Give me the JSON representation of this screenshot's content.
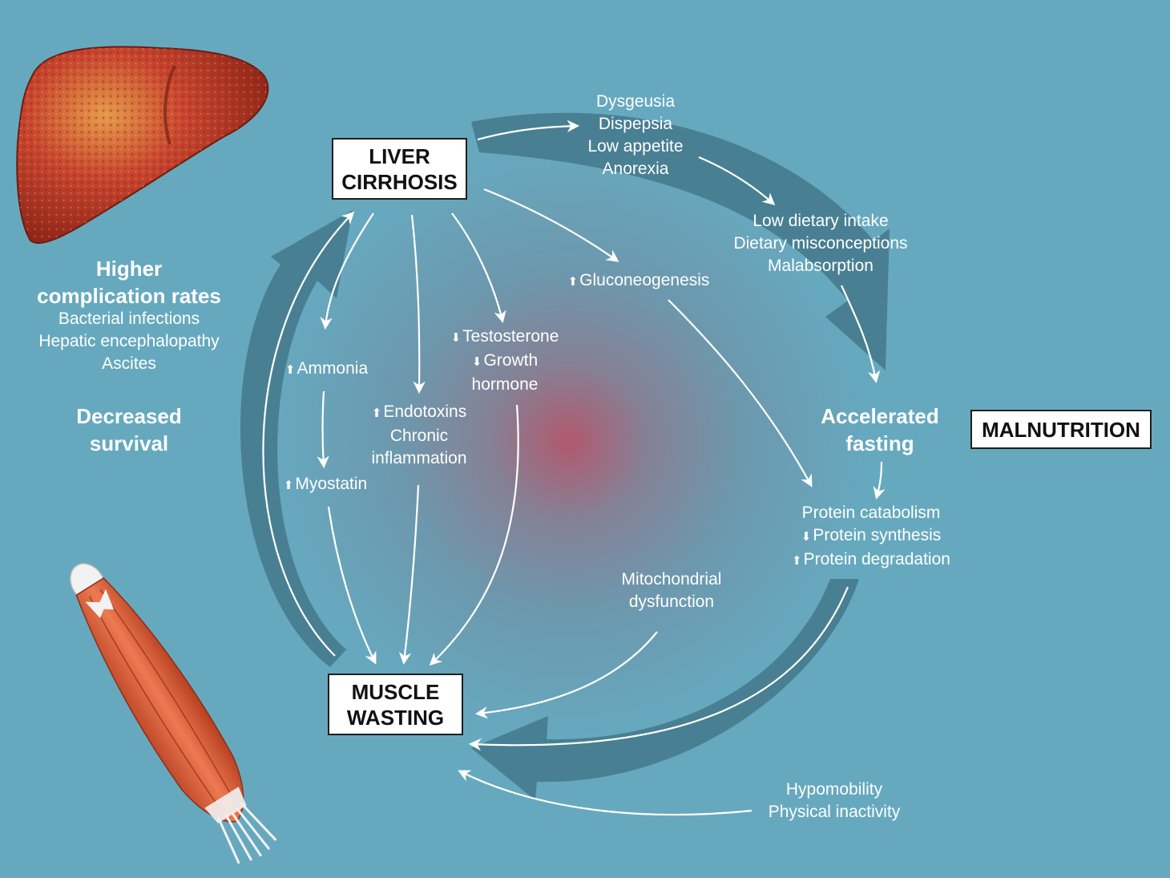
{
  "boxes": {
    "liver": [
      "LIVER",
      "CIRRHOSIS"
    ],
    "muscle": [
      "MUSCLE",
      "WASTING"
    ],
    "malnutrition": "MALNUTRITION"
  },
  "left": {
    "complications_title": [
      "Higher",
      "complication rates"
    ],
    "complications_list": [
      "Bacterial infections",
      "Hepatic encephalopathy",
      "Ascites"
    ],
    "survival": [
      "Decreased",
      "survival"
    ]
  },
  "labels": {
    "symptoms": [
      "Dysgeusia",
      "Dispepsia",
      "Low appetite",
      "Anorexia"
    ],
    "intake": [
      "Low dietary intake",
      "Dietary misconceptions",
      "Malabsorption"
    ],
    "gluconeogenesis": "Gluconeogenesis",
    "testosterone": "Testosterone",
    "growth_hormone": [
      "Growth",
      "hormone"
    ],
    "ammonia": "Ammonia",
    "myostatin": "Myostatin",
    "endotoxins": "Endotoxins",
    "inflammation": [
      "Chronic",
      "inflammation"
    ],
    "fasting": [
      "Accelerated",
      "fasting"
    ],
    "protein_catabolism": "Protein catabolism",
    "protein_synthesis": "Protein synthesis",
    "protein_degradation": "Protein degradation",
    "mitochondrial": [
      "Mitochondrial",
      "dysfunction"
    ],
    "hypomobility": [
      "Hypomobility",
      "Physical inactivity"
    ]
  },
  "icons": {
    "liver": "liver-illustration",
    "muscle": "muscle-illustration",
    "increase": "up-arrow-icon",
    "decrease": "down-arrow-icon"
  },
  "colors": {
    "background": "#66a9bf",
    "cycle_arrow": "#497f92",
    "glow_center": "#be4b5f",
    "liver": "#c9452f",
    "muscle": "#e06a45",
    "text": "#ffffff"
  }
}
